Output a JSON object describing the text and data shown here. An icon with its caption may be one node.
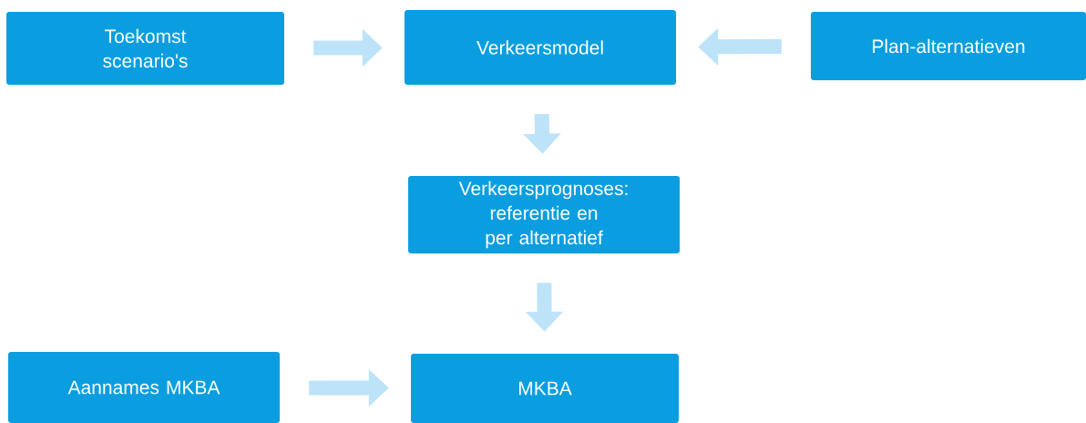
{
  "diagram": {
    "nodes": [
      {
        "text": [
          "Toekomst scenario's"
        ]
      },
      {
        "text": [
          "Verkeersmodel"
        ]
      },
      {
        "text": [
          "Plan-alternatieven"
        ]
      },
      {
        "text": [
          "Verkeersprognoses: referentie en per alternatief"
        ]
      },
      {
        "text": [
          "Aannames MKBA"
        ]
      },
      {
        "text": [
          "MKBA"
        ]
      }
    ],
    "edges": [
      {
        "from": 0,
        "to": 1,
        "arrow": "to"
      },
      {
        "from": 2,
        "to": 1,
        "arrow": "to"
      },
      {
        "from": 1,
        "to": 3,
        "arrow": "to"
      },
      {
        "from": 3,
        "to": 5,
        "arrow": "to"
      },
      {
        "from": 4,
        "to": 5,
        "arrow": "to"
      }
    ]
  }
}
